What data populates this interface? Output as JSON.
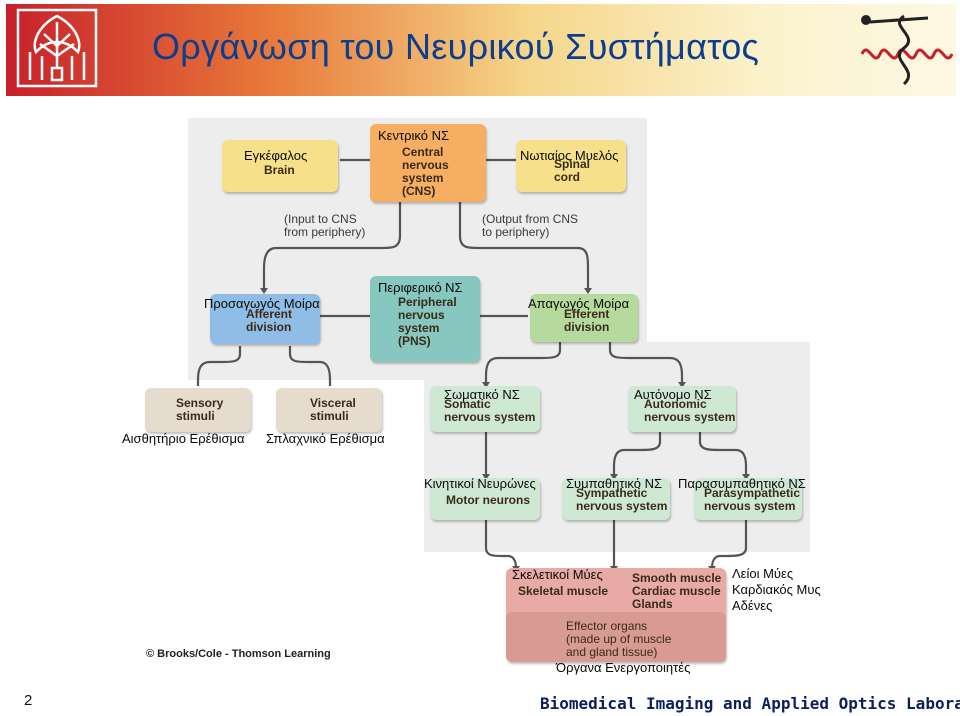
{
  "slide": {
    "title": "Οργάνωση του Νευρικού Συστήματος",
    "page_number": "2",
    "footer": "Biomedical Imaging and Applied Optics Laboratory",
    "credit": "© Brooks/Cole - Thomson Learning"
  },
  "diagram": {
    "cns": {
      "greek": "Κεντρικό ΝΣ",
      "english": "Central\nnervous\nsystem\n(CNS)"
    },
    "brain": {
      "greek": "Εγκέφαλος",
      "english": "Brain"
    },
    "spinal_cord": {
      "greek": "Νωτιαίος Μυελός",
      "english": "Spinal\ncord"
    },
    "input_note": "(Input to CNS\nfrom periphery)",
    "output_note": "(Output from CNS\nto periphery)",
    "pns": {
      "greek": "Περιφερικό ΝΣ",
      "english": "Peripheral\nnervous\nsystem\n(PNS)"
    },
    "afferent": {
      "greek": "Προσαγωγός Μοίρα",
      "english": "Afferent\ndivision"
    },
    "efferent": {
      "greek": "Απαγωγός Μοίρα",
      "english": "Efferent\ndivision"
    },
    "sensory_stimuli": {
      "greek": "Αισθητήριο Ερέθισμα",
      "english": "Sensory\nstimuli"
    },
    "visceral_stimuli": {
      "greek": "Σπλαχνικό Ερέθισμα",
      "english": "Visceral\nstimuli"
    },
    "somatic": {
      "greek": "Σωματικό ΝΣ",
      "english": "Somatic\nnervous system"
    },
    "autonomic": {
      "greek": "Αυτόνομο ΝΣ",
      "english": "Autonomic\nnervous system"
    },
    "motor_neurons": {
      "greek": "Κινητικοί Νευρώνες",
      "english": "Motor neurons"
    },
    "sympathetic": {
      "greek": "Συμπαθητικό ΝΣ",
      "english": "Sympathetic\nnervous system"
    },
    "parasympathetic": {
      "greek": "Παρασυμπαθητικό ΝΣ",
      "english": "Parasympathetic\nnervous system"
    },
    "skeletal_muscle": {
      "greek": "Σκελετικοί Μύες",
      "english": "Skeletal muscle"
    },
    "smooth_cardiac_glands": {
      "english": "Smooth muscle\nCardiac muscle\nGlands"
    },
    "smooth_cardiac_glands_greek": "Λείοι Μύες\nΚαρδιακός Μυς\nΑδένες",
    "effector_organs": {
      "greek": "Όργανα Ενεργοποιητές",
      "english": "Effector organs\n(made up of muscle\nand gland tissue)"
    }
  },
  "colors": {
    "title": "#0b3d91",
    "cns": "#f6ae62",
    "brain_spinal": "#f6e18a",
    "afferent": "#8fbde6",
    "pns": "#86c7bf",
    "efferent": "#b6d99d",
    "autonomic_somatic": "#cfe8d4",
    "stimuli": "#e6dccd",
    "effector": "#e8aaa4",
    "connector": "#555555"
  }
}
